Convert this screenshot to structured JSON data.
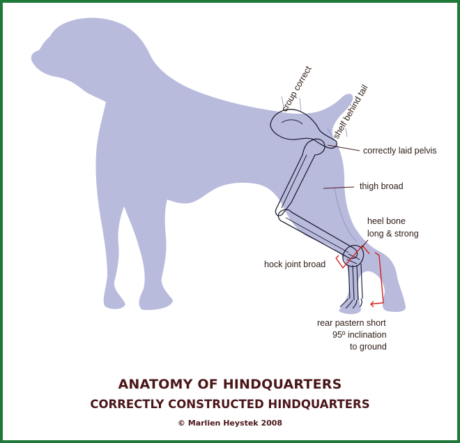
{
  "colors": {
    "frame": "#1f7a3a",
    "silhouette": "#b9bbdd",
    "bone_outline": "#1f1f33",
    "title": "#4a1618",
    "annotation_red": "#d42020",
    "pointer_line": "#4a1618"
  },
  "labels": {
    "croup": "croup correct",
    "shelf": "shelf behind tail",
    "pelvis": "correctly laid pelvis",
    "thigh": "thigh broad",
    "heel_1": "heel bone",
    "heel_2": "long & strong",
    "hock": "hock joint broad",
    "pastern_1": "rear pastern short",
    "pastern_2": "95º inclination",
    "pastern_3": "to ground"
  },
  "title": {
    "main": "ANATOMY OF HINDQUARTERS",
    "sub": "CORRECTLY CONSTRUCTED HINDQUARTERS",
    "credit": "© Marlien Heystek 2008"
  }
}
